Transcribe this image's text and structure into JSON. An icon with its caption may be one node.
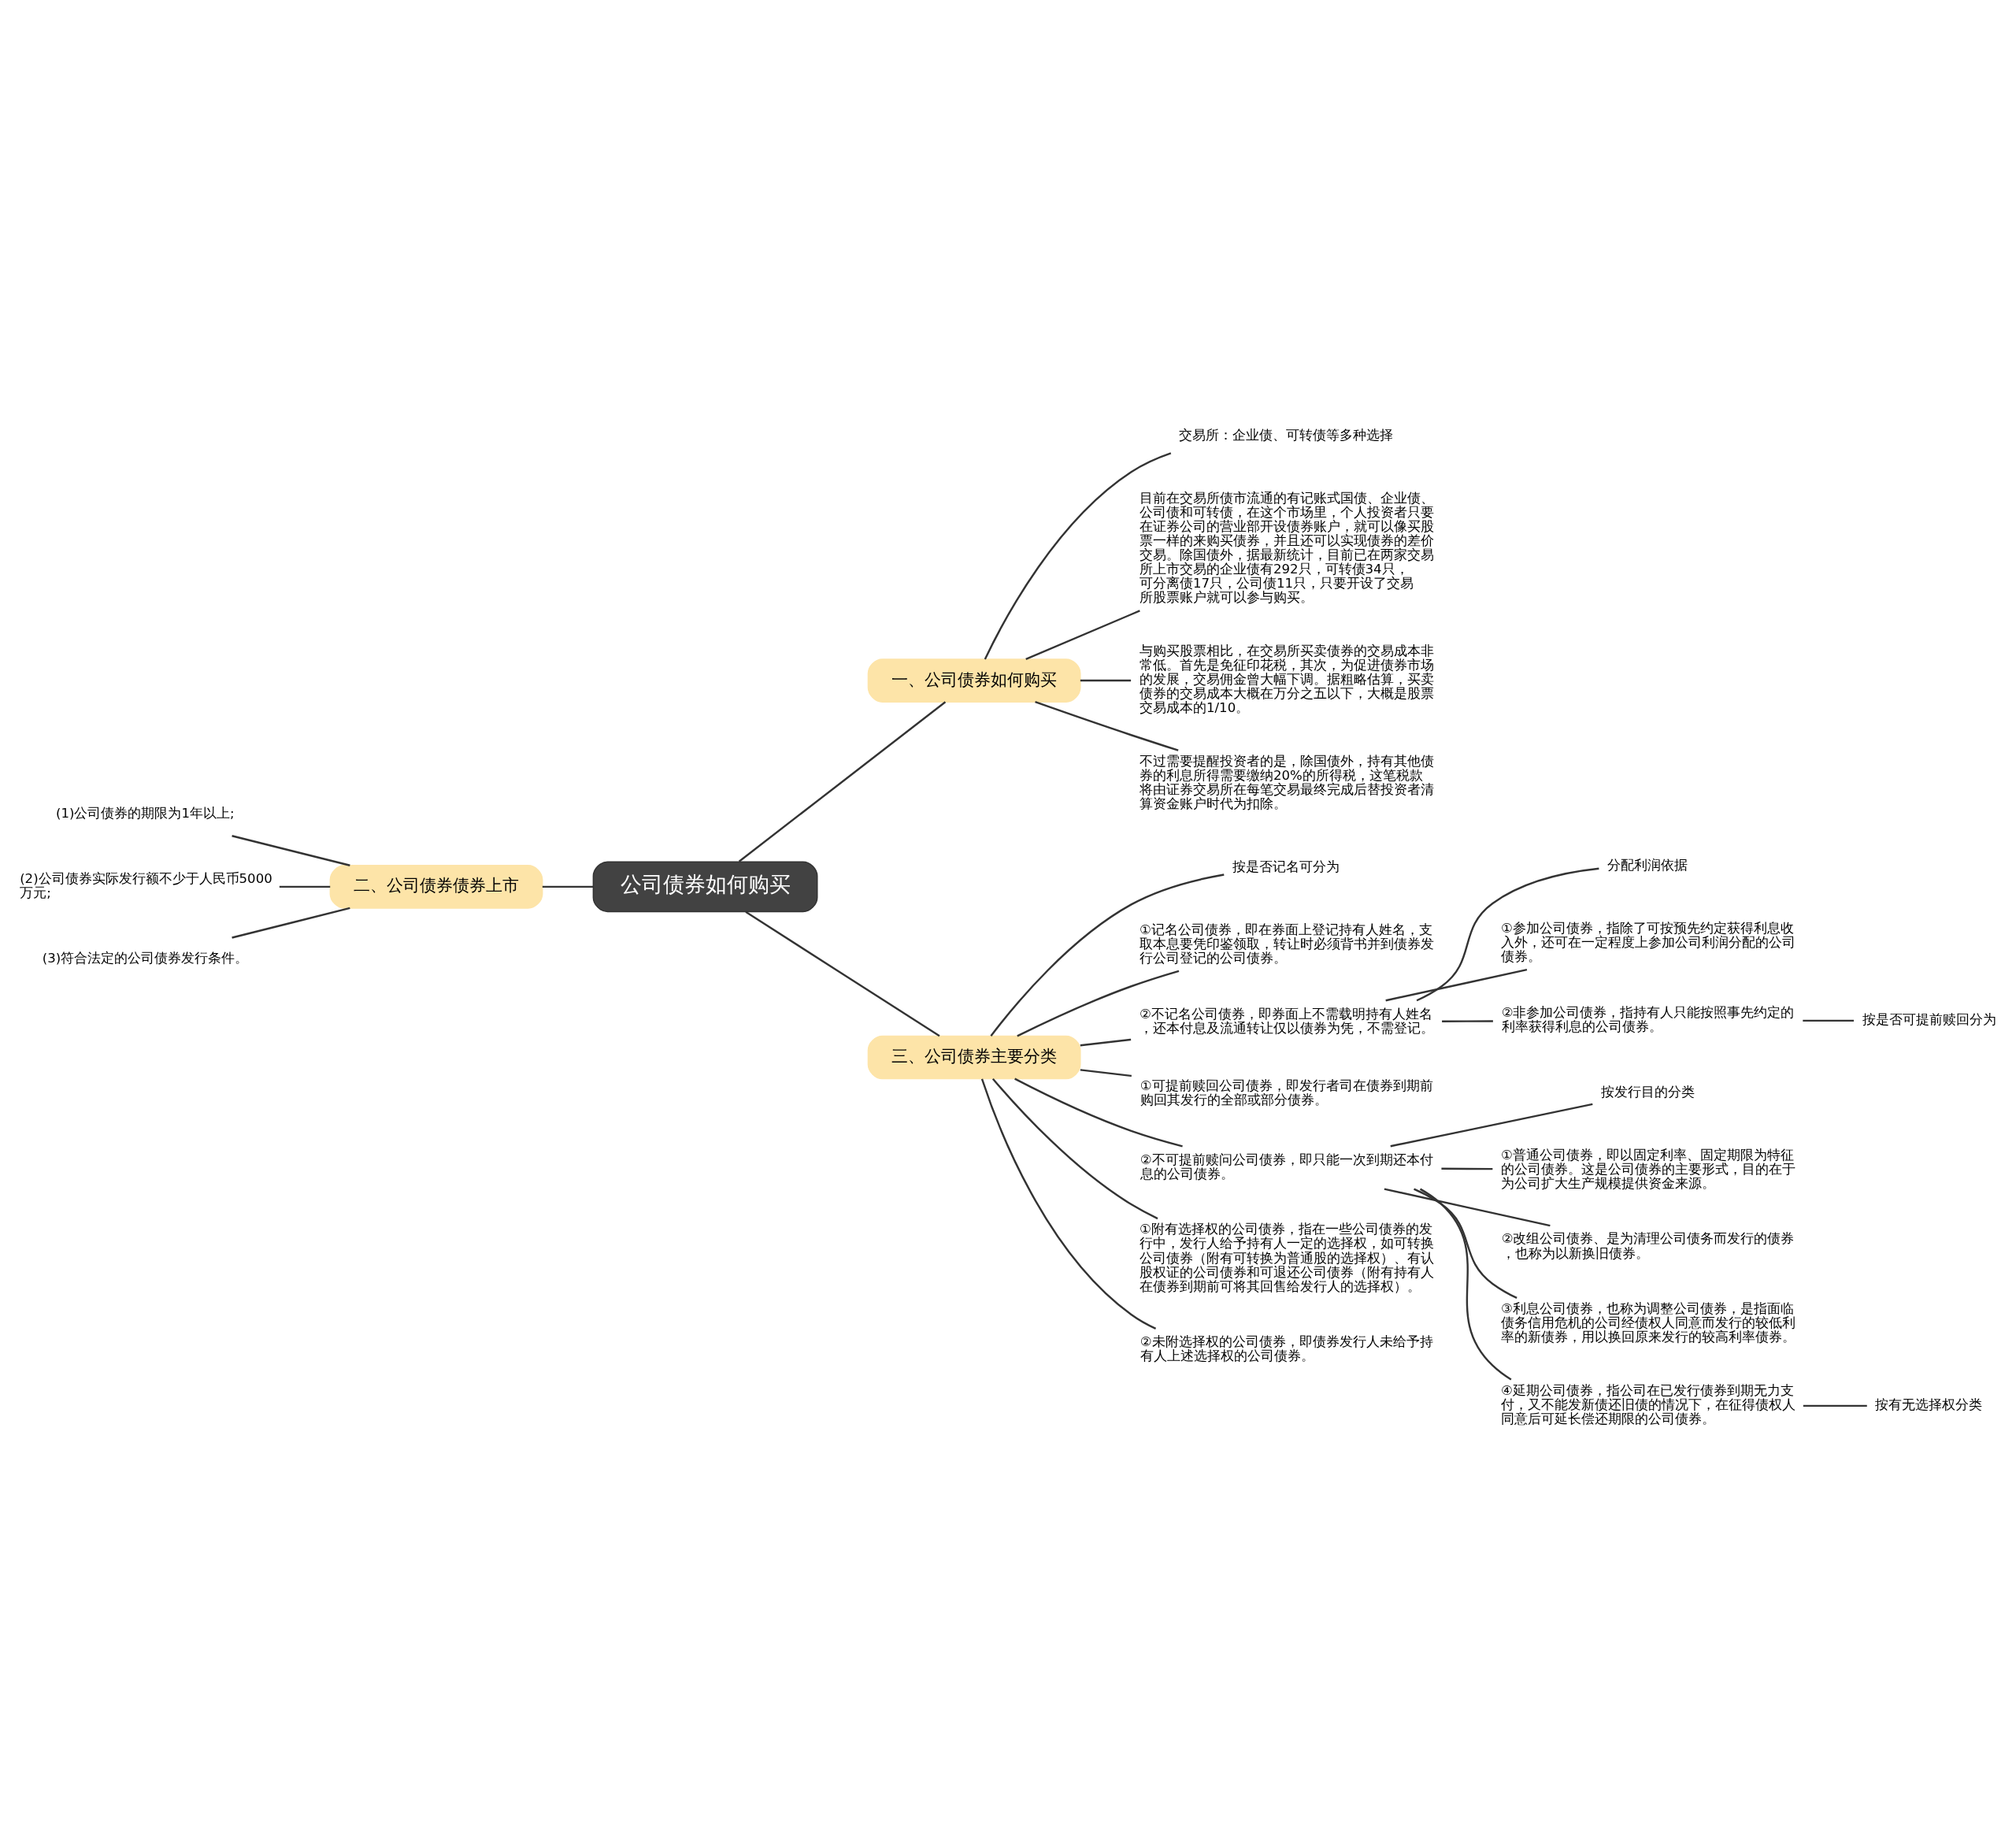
{
  "diagram": {
    "nodes": [
      {
        "text": [
          "公司债券如何购买"
        ]
      },
      {
        "text": [
          "一、公司债券如何购买"
        ]
      },
      {
        "text": [
          "交易所：企业债、可转债等多种选择"
        ]
      },
      {
        "text": [
          "目前在交易所债市流通的有记账式国债、企业债、公司债和可转债，在这个市场里，个人投资者只要在证券公司的营业部开设债券账户，就可以像买股票一样的来购买债券，并且还可以实现债券的差价交易。除国债外，据最新统计，目前已在两家交易所上市交易的企业债有292只，可转债34只，可分离债17只，公司债11只，只要开设了交易所股票账户就可以参与购买。"
        ]
      },
      {
        "text": [
          "与购买股票相比，在交易所买卖债券的交易成本非常低。首先是免征印花税，其次，为促进债券市场的发展，交易佣金曾大幅下调。据粗略估算，买卖债券的交易成本大概在万分之五以下，大概是股票交易成本的1/10。"
        ]
      },
      {
        "text": [
          "不过需要提醒投资者的是，除国债外，持有其他债券的利息所得需要缴纳20%的所得税，这笔税款将由证券交易所在每笔交易最终完成后替投资者清算资金账户时代为扣除。"
        ]
      },
      {
        "text": [
          "二、公司债券债券上市"
        ]
      },
      {
        "text": [
          "(1)公司债券的期限为1年以上;"
        ]
      },
      {
        "text": [
          "(2)公司债券实际发行额不少于人民币5000万元;"
        ]
      },
      {
        "text": [
          "(3)符合法定的公司债券发行条件。"
        ]
      },
      {
        "text": [
          "三、公司债券主要分类"
        ]
      },
      {
        "text": [
          "按是否记名可分为"
        ]
      },
      {
        "text": [
          "①记名公司债券，即在券面上登记持有人姓名，支取本息要凭印鉴领取，转让时必须背书并到债券发行公司登记的公司债券。"
        ]
      },
      {
        "text": [
          "②不记名公司债券，即券面上不需载明持有人姓名，还本付息及流通转让仅以债券为凭，不需登记。"
        ]
      },
      {
        "text": [
          "分配利润依据"
        ]
      },
      {
        "text": [
          "①参加公司债券，指除了可按预先约定获得利息收入外，还可在一定程度上参加公司利润分配的公司债券。"
        ]
      },
      {
        "text": [
          "②非参加公司债券，指持有人只能按照事先约定的利率获得利息的公司债券。"
        ]
      },
      {
        "text": [
          "按是否可提前赎回分为"
        ]
      },
      {
        "text": [
          "①可提前赎回公司债券，即发行者司在债券到期前购回其发行的全部或部分债券。"
        ]
      },
      {
        "text": [
          "②不可提前赎问公司债券，即只能一次到期还本付息的公司债券。"
        ]
      },
      {
        "text": [
          "按发行目的分类"
        ]
      },
      {
        "text": [
          "①普通公司债券，即以固定利率、固定期限为特征的公司债券。这是公司债券的主要形式，目的在于为公司扩大生产规模提供资金来源。"
        ]
      },
      {
        "text": [
          "②改组公司债券、是为清理公司债务而发行的债券，也称为以新换旧债券。"
        ]
      },
      {
        "text": [
          "③利息公司债券，也称为调整公司债券，是指面临债务信用危机的公司经债权人同意而发行的较低利率的新债券，用以换回原来发行的较高利率债券。"
        ]
      },
      {
        "text": [
          "④延期公司债券，指公司在已发行债券到期无力支付，又不能发新债还旧债的情况下，在征得债权人同意后可延长偿还期限的公司债券。"
        ]
      },
      {
        "text": [
          "按有无选择权分类"
        ]
      },
      {
        "text": [
          "①附有选择权的公司债券，指在一些公司债券的发行中，发行人给予持有人一定的选择权，如可转换公司债券（附有可转换为普通股的选择权）、有认股权证的公司债券和可退还公司债券（附有持有人在债券到期前可将其回售给发行人的选择权）。"
        ]
      },
      {
        "text": [
          "②未附选择权的公司债券，即债券发行人未给予持有人上述选择权的公司债券。"
        ]
      }
    ],
    "edges": [
      {
        "from": 0,
        "to": 1,
        "arrow": "none"
      },
      {
        "from": 1,
        "to": 2,
        "arrow": "none"
      },
      {
        "from": 1,
        "to": 3,
        "arrow": "none"
      },
      {
        "from": 1,
        "to": 4,
        "arrow": "none"
      },
      {
        "from": 1,
        "to": 5,
        "arrow": "none"
      },
      {
        "from": 0,
        "to": 6,
        "arrow": "none"
      },
      {
        "from": 6,
        "to": 7,
        "arrow": "none"
      },
      {
        "from": 6,
        "to": 8,
        "arrow": "none"
      },
      {
        "from": 6,
        "to": 9,
        "arrow": "none"
      },
      {
        "from": 0,
        "to": 10,
        "arrow": "none"
      },
      {
        "from": 10,
        "to": 11,
        "arrow": "none"
      },
      {
        "from": 10,
        "to": 12,
        "arrow": "none"
      },
      {
        "from": 10,
        "to": 13,
        "arrow": "none"
      },
      {
        "from": 13,
        "to": 14,
        "arrow": "none"
      },
      {
        "from": 13,
        "to": 15,
        "arrow": "none"
      },
      {
        "from": 13,
        "to": 16,
        "arrow": "none"
      },
      {
        "from": 16,
        "to": 17,
        "arrow": "none"
      },
      {
        "from": 10,
        "to": 18,
        "arrow": "none"
      },
      {
        "from": 10,
        "to": 19,
        "arrow": "none"
      },
      {
        "from": 19,
        "to": 20,
        "arrow": "none"
      },
      {
        "from": 19,
        "to": 21,
        "arrow": "none"
      },
      {
        "from": 19,
        "to": 22,
        "arrow": "none"
      },
      {
        "from": 19,
        "to": 23,
        "arrow": "none"
      },
      {
        "from": 19,
        "to": 24,
        "arrow": "none"
      },
      {
        "from": 24,
        "to": 25,
        "arrow": "none"
      },
      {
        "from": 10,
        "to": 26,
        "arrow": "none"
      },
      {
        "from": 10,
        "to": 27,
        "arrow": "none"
      }
    ]
  }
}
